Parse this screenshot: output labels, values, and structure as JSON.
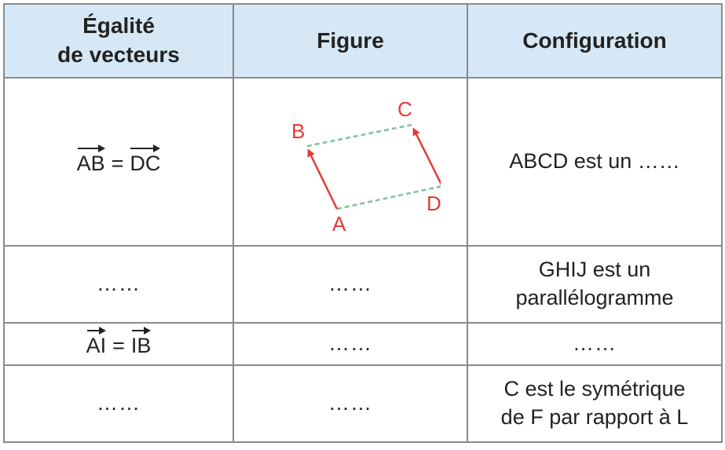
{
  "headers": {
    "col1_line1": "Égalité",
    "col1_line2": "de vecteurs",
    "col2": "Figure",
    "col3": "Configuration"
  },
  "rows": [
    {
      "equality": {
        "left": "AB",
        "eq": "=",
        "right": "DC"
      },
      "figure": {
        "points": {
          "A": "A",
          "B": "B",
          "C": "C",
          "D": "D"
        }
      },
      "configuration": "ABCD est un ……"
    },
    {
      "equality": "……",
      "figure": "……",
      "configuration_line1": "GHIJ est un",
      "configuration_line2": "parallélogramme"
    },
    {
      "equality": {
        "left": "AI",
        "eq": "=",
        "right": "IB"
      },
      "figure": "……",
      "configuration": "……"
    },
    {
      "equality": "……",
      "figure": "……",
      "configuration_line1": "C est le symétrique",
      "configuration_line2": "de F par rapport à L"
    }
  ],
  "colors": {
    "header_bg": "#d6e8f5",
    "figure_red": "#e53935",
    "figure_dashed": "#7cc39a",
    "border": "#8a8a8a"
  }
}
